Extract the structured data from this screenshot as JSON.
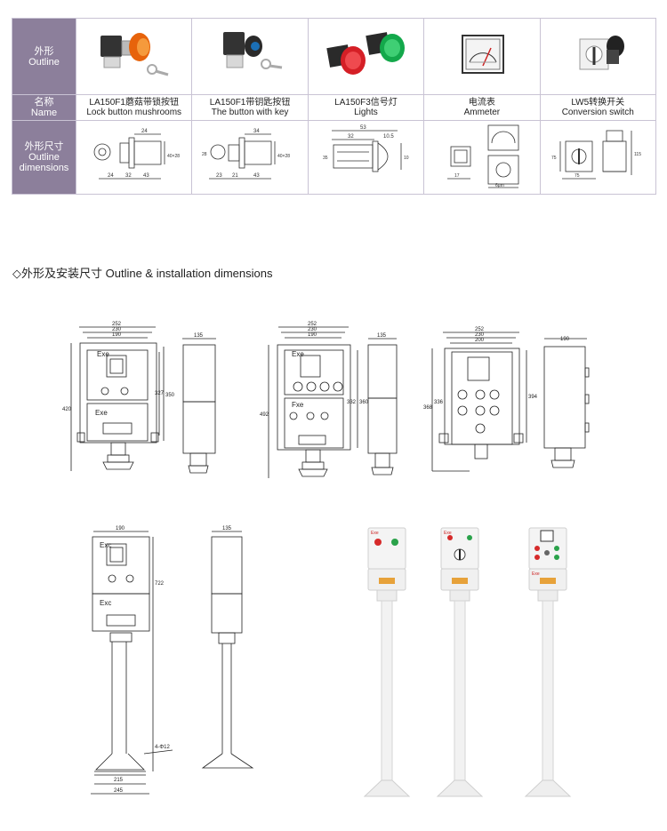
{
  "table": {
    "row_headers": {
      "outline": [
        "外形",
        "Outline"
      ],
      "name": [
        "名称",
        "Name"
      ],
      "dimensions": [
        "外形尺寸",
        "Outline",
        "dimensions"
      ]
    },
    "products": [
      {
        "cn": "LA150F1蘑菇带锁按钮",
        "en": "Lock button mushrooms"
      },
      {
        "cn": "LA150F1带钥匙按钮",
        "en": "The button with key"
      },
      {
        "cn": "LA150F3信号灯",
        "en": "Lights"
      },
      {
        "cn": "电流表",
        "en": "Ammeter"
      },
      {
        "cn": "LW5转换开关",
        "en": "Conversion switch"
      }
    ],
    "dims": {
      "p1": [
        "24",
        "40×28",
        "24",
        "32",
        "43"
      ],
      "p2": [
        "34",
        "28",
        "40×28",
        "23",
        "21",
        "43"
      ],
      "p3": [
        "53",
        "32",
        "10.5",
        "35",
        "10"
      ],
      "p4": [
        "17",
        "6μm"
      ],
      "p5": [
        "75",
        "115",
        "75"
      ]
    }
  },
  "section": {
    "title": "◇外形及安装尺寸 Outline & installation dimensions"
  },
  "drawings": {
    "d1": {
      "w1": "252",
      "w2": "230",
      "w3": "190",
      "h1": "420",
      "h2": "350",
      "h3": "327",
      "side_w": "135",
      "label_top": "Exe",
      "label_bottom": "Exe"
    },
    "d2": {
      "w1": "252",
      "w2": "230",
      "w3": "190",
      "h1": "492",
      "h2": "360",
      "h3": "332",
      "side_w": "135",
      "label_top": "Exe",
      "label_bottom": "Fxe"
    },
    "d3": {
      "w1": "252",
      "w2": "230",
      "w3": "200",
      "h1": "368",
      "h2": "336",
      "h3": "394",
      "side_w": "190"
    },
    "d4": {
      "w1": "190",
      "h1": "722",
      "side_w": "135",
      "hole": "4-Φ12",
      "base1": "215",
      "base2": "245",
      "label_top": "Exc",
      "label_bottom": "Exc"
    }
  },
  "photos": {
    "badge": "Exe"
  }
}
